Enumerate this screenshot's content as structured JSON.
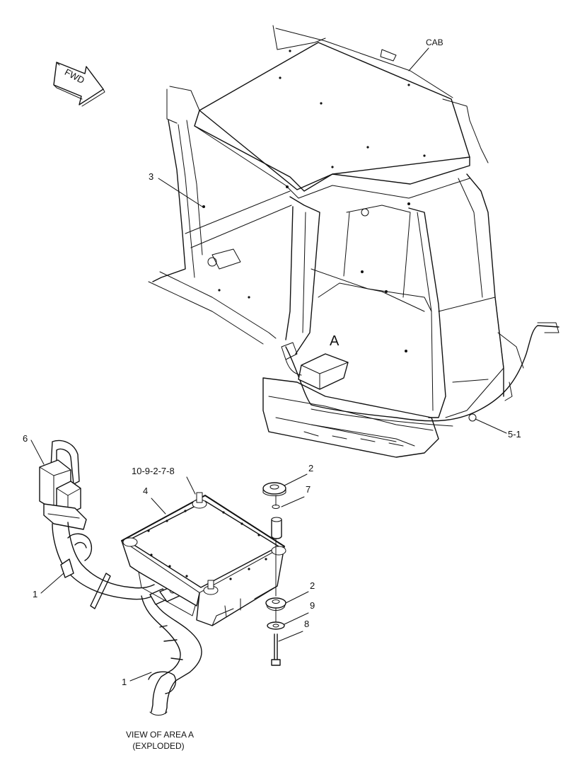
{
  "labels": {
    "cab": "CAB",
    "fwd": "FWD",
    "area_a": "A",
    "callout_3": "3",
    "callout_5_1": "5-1",
    "callout_6": "6",
    "callout_kit": "10-9-2-7-8",
    "callout_4": "4",
    "callout_2_top": "2",
    "callout_7": "7",
    "callout_1_upper": "1",
    "callout_2_lower": "2",
    "callout_9": "9",
    "callout_8": "8",
    "callout_1_lower": "1",
    "view_caption_line1": "VIEW OF AREA  A",
    "view_caption_line2": "(EXPLODED)"
  }
}
